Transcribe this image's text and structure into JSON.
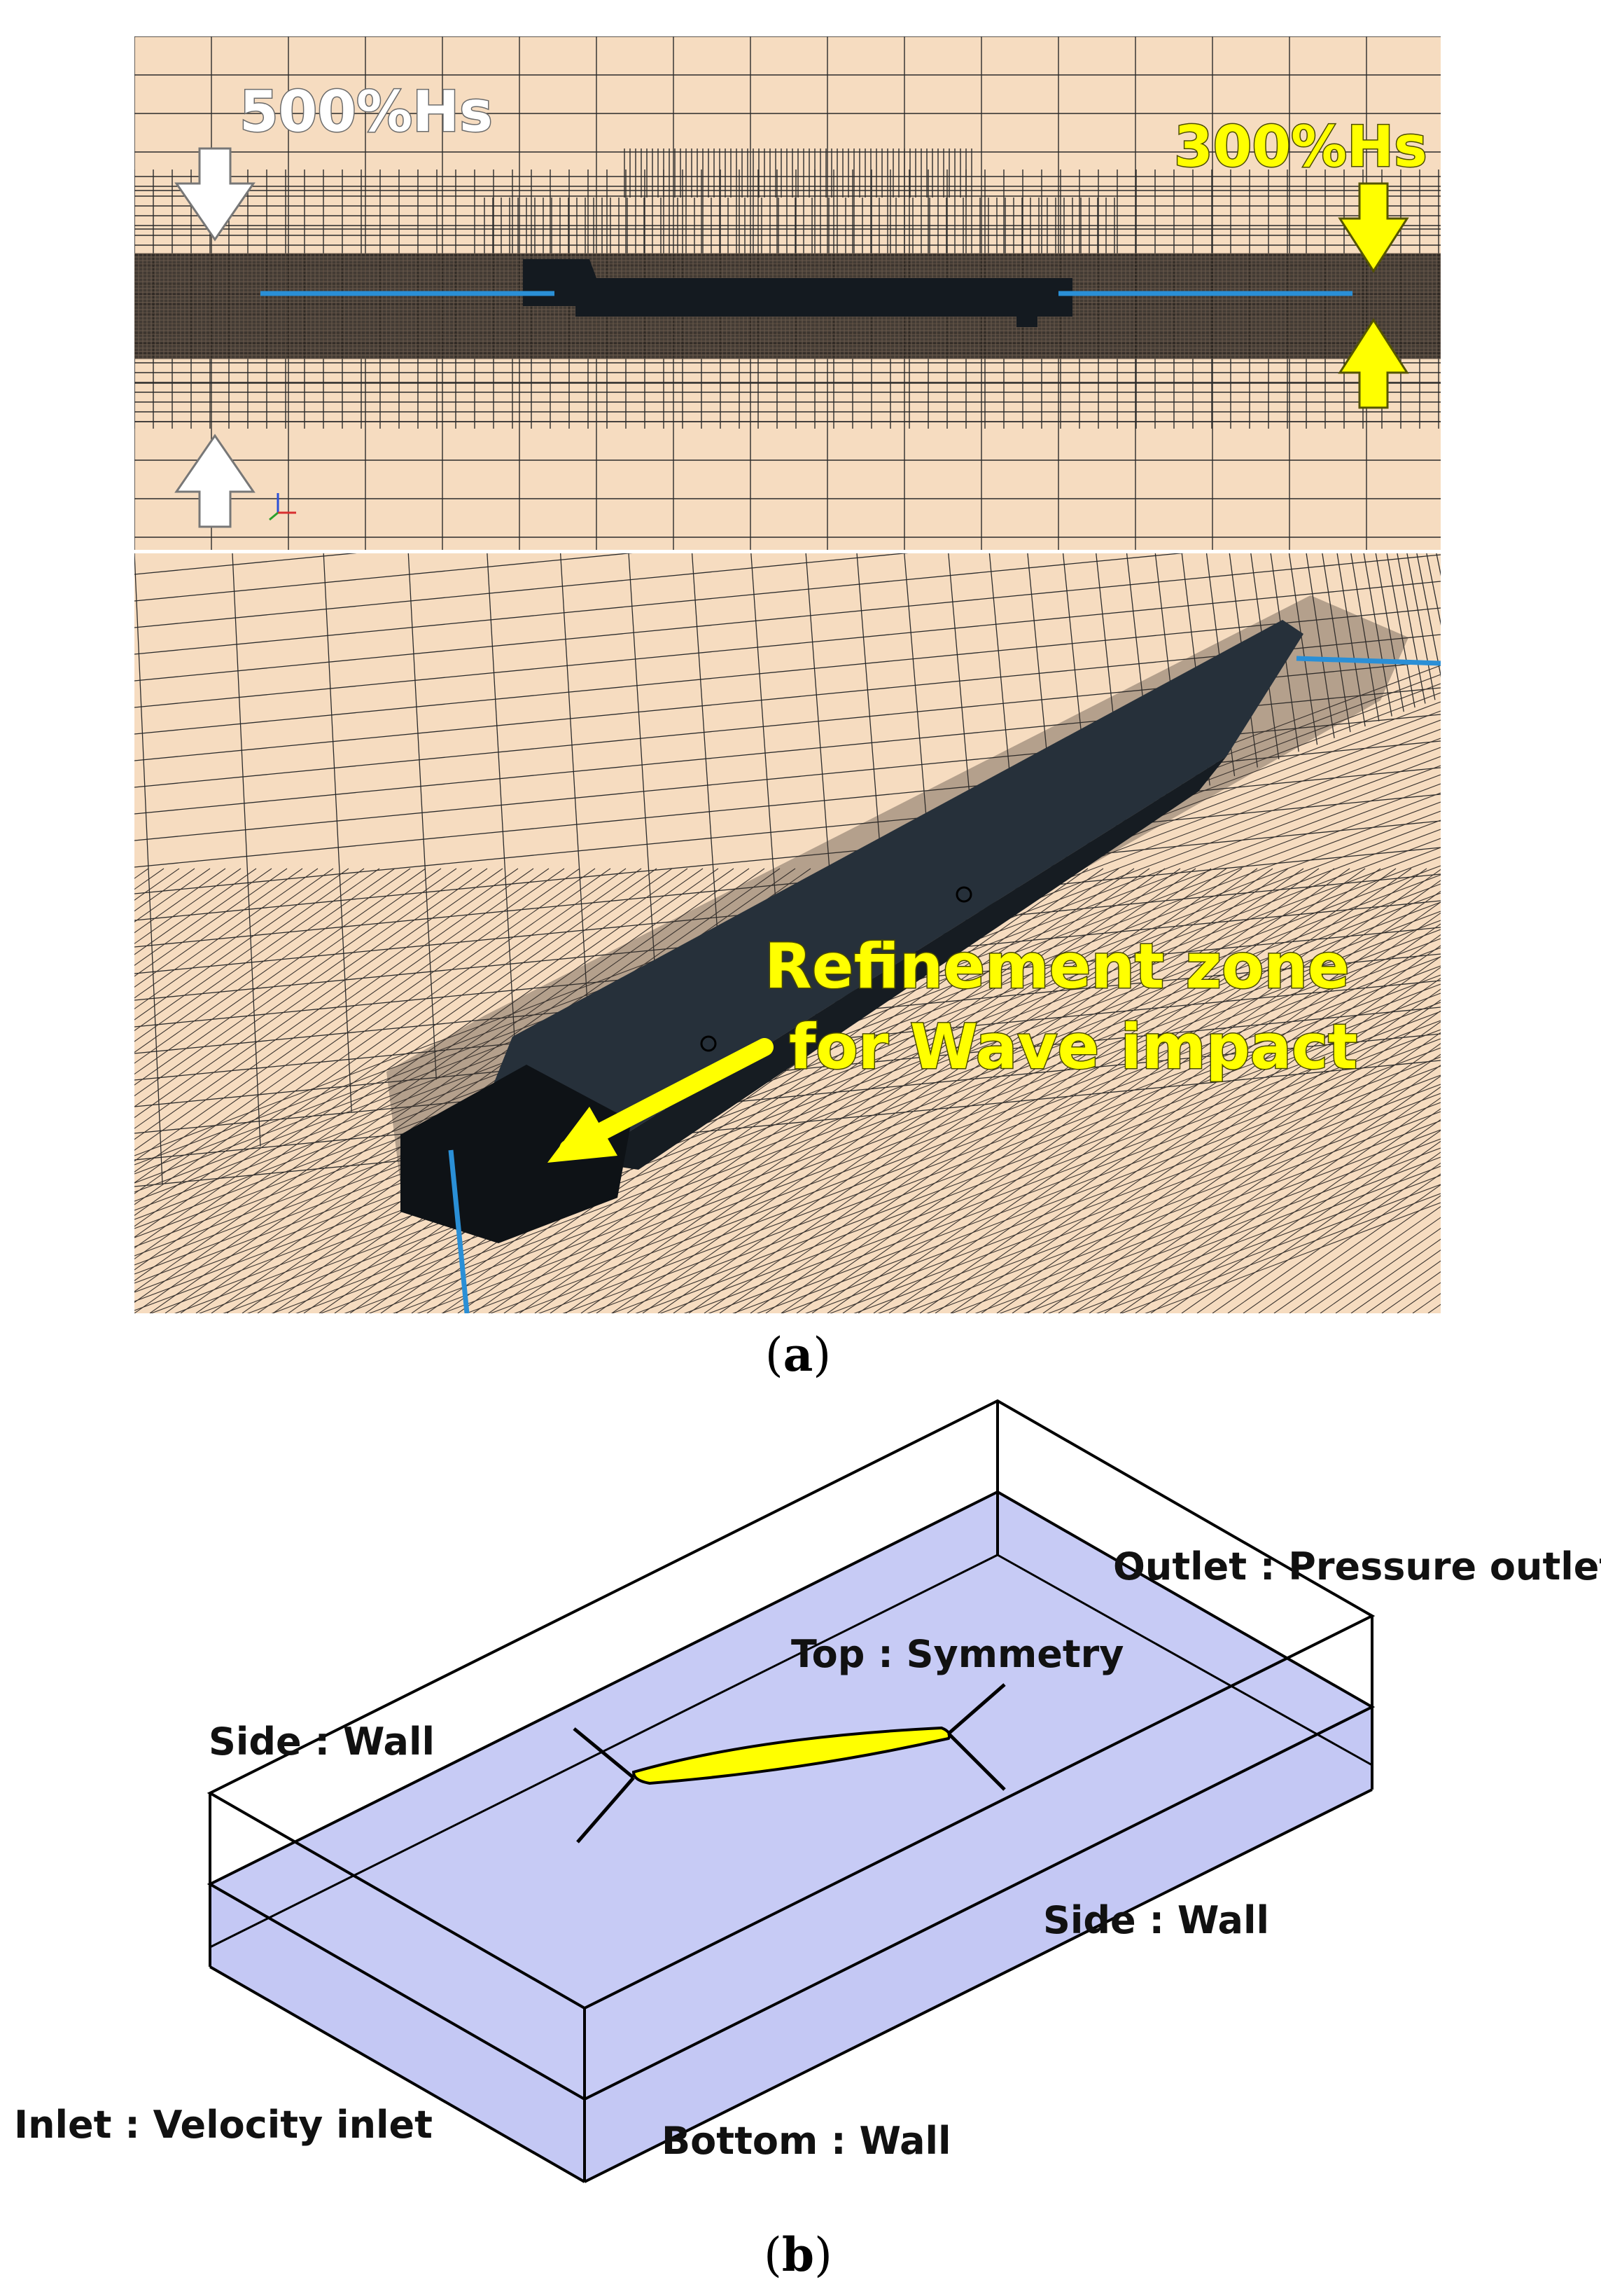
{
  "panel_a": {
    "label_left": "500%Hs",
    "label_right": "300%Hs",
    "refinement_line1": "Refinement zone",
    "refinement_line2": "for Wave impact",
    "caption_letter": "a"
  },
  "panel_b": {
    "outlet": "Outlet : Pressure outlet",
    "top": "Top : Symmetry",
    "side_back": "Side : Wall",
    "side_front": "Side : Wall",
    "inlet": "Inlet : Velocity inlet",
    "bottom": "Bottom : Wall",
    "caption_letter": "b"
  },
  "colors": {
    "mesh_background": "#f6dcc0",
    "hull": "#1b222b",
    "mooring": "#2a8fd6",
    "arrow_white": "#ffffff",
    "arrow_yellow": "#ffff00",
    "water_plane": "#c4c8f4",
    "vessel_yellow": "#ffff00"
  }
}
